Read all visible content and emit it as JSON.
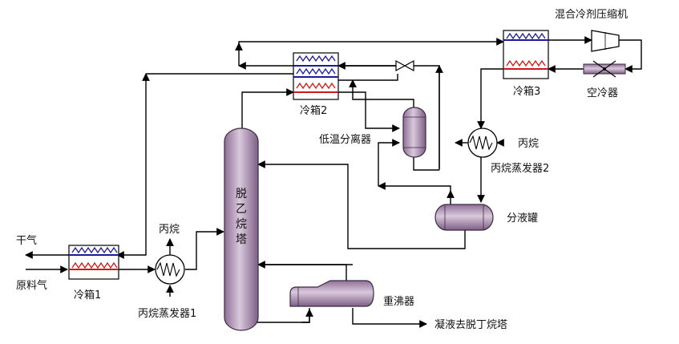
{
  "labels": {
    "mixed_refrigerant_compressor": "混合冷剂压缩机",
    "cold_box_1": "冷箱1",
    "cold_box_2": "冷箱2",
    "cold_box_3": "冷箱3",
    "air_cooler": "空冷器",
    "low_temp_separator": "低温分离器",
    "propane_right": "丙烷",
    "propane_evaporator_2": "丙烷蒸发器2",
    "reflux_drum": "分液罐",
    "deethanizer": "脱乙烷塔",
    "dry_gas": "干气",
    "feed_gas": "原料气",
    "propane_top": "丙烷",
    "propane_evaporator_1": "丙烷蒸发器1",
    "reboiler": "重沸器",
    "condensate_out": "凝液去脱丁烷塔"
  },
  "colors": {
    "hot_coil": "#d01818",
    "cold_coil": "#1a1a9a",
    "vessel_fill": "#b49ab8"
  }
}
